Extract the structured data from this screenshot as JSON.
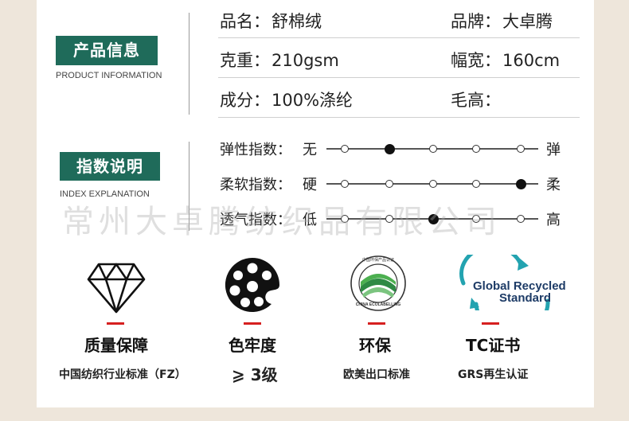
{
  "watermark": "常州大卓腾纺织品有限公司",
  "product_info": {
    "badge": "产品信息",
    "badge_en": "PRODUCT INFORMATION",
    "rows": [
      [
        {
          "label": "品名：",
          "value": "舒棉绒"
        },
        {
          "label": "品牌：",
          "value": "大卓腾"
        }
      ],
      [
        {
          "label": "克重：",
          "value": "210gsm"
        },
        {
          "label": "幅宽：",
          "value": "160cm"
        }
      ],
      [
        {
          "label": "成分：",
          "value": "100%涤纶"
        },
        {
          "label": "毛高：",
          "value": ""
        }
      ]
    ]
  },
  "index_explanation": {
    "badge": "指数说明",
    "badge_en": "INDEX EXPLANATION",
    "scales": [
      {
        "label": "弹性指数：",
        "low": "无",
        "high": "弹",
        "level": 2,
        "steps": 5
      },
      {
        "label": "柔软指数：",
        "low": "硬",
        "high": "柔",
        "level": 5,
        "steps": 5
      },
      {
        "label": "透气指数：",
        "low": "低",
        "high": "高",
        "level": 3,
        "steps": 5
      }
    ]
  },
  "certs": [
    {
      "icon": "diamond-icon",
      "title": "质量保障",
      "sub": "中国纺织行业标准（FZ）"
    },
    {
      "icon": "palette-icon",
      "title": "色牢度",
      "sub": "⩾ 3级"
    },
    {
      "icon": "ecolabel-icon",
      "title": "环保",
      "sub": "欧美出口标准",
      "logo_top": "中国环保产品认证",
      "logo_bottom": "CHINA ECOLABELLING"
    },
    {
      "icon": "grs-icon",
      "title": "TC证书",
      "sub": "GRS再生认证",
      "logo_line1": "Global Recycled",
      "logo_line2": "Standard"
    }
  ],
  "colors": {
    "accent": "#1f6b5a",
    "red_mark": "#d62020",
    "background": "#eee6db"
  }
}
